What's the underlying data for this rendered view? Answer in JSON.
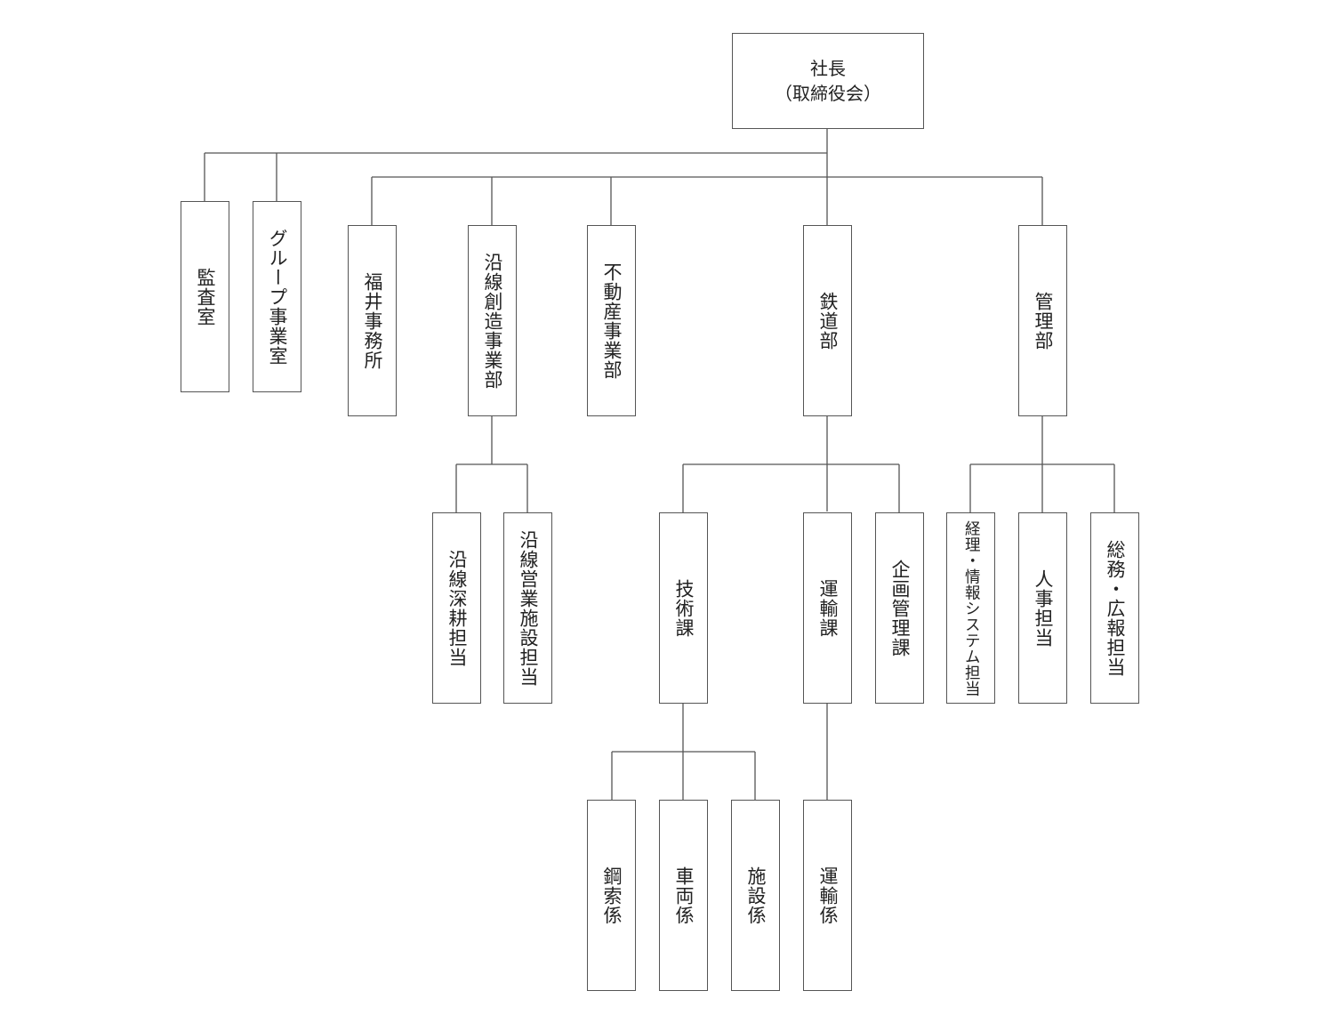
{
  "chart": {
    "root": {
      "title": "社長",
      "subtitle": "（取締役会）"
    },
    "staff": [
      {
        "id": "kansa",
        "label": "監査室"
      },
      {
        "id": "group",
        "label": "グループ事業室"
      }
    ],
    "divisions": [
      {
        "id": "fukui",
        "label": "福井事務所"
      },
      {
        "id": "ensen-sozo",
        "label": "沿線創造事業部"
      },
      {
        "id": "fudosan",
        "label": "不動産事業部"
      },
      {
        "id": "tetsudo",
        "label": "鉄道部"
      },
      {
        "id": "kanri",
        "label": "管理部"
      }
    ],
    "sections": [
      {
        "id": "shinko",
        "label": "沿線深耕担当"
      },
      {
        "id": "eigyo",
        "label": "沿線営業施設担当"
      },
      {
        "id": "gijutsu",
        "label": "技術課"
      },
      {
        "id": "unyu",
        "label": "運輸課"
      },
      {
        "id": "kikaku",
        "label": "企画管理課"
      },
      {
        "id": "keiri",
        "label": "経理・情報システム担当"
      },
      {
        "id": "jinji",
        "label": "人事担当"
      },
      {
        "id": "somu",
        "label": "総務・広報担当"
      }
    ],
    "units": [
      {
        "id": "kosaku",
        "label": "鋼索係"
      },
      {
        "id": "sharyo",
        "label": "車両係"
      },
      {
        "id": "shisetsu",
        "label": "施設係"
      },
      {
        "id": "unyu-kakari",
        "label": "運輸係"
      }
    ]
  }
}
